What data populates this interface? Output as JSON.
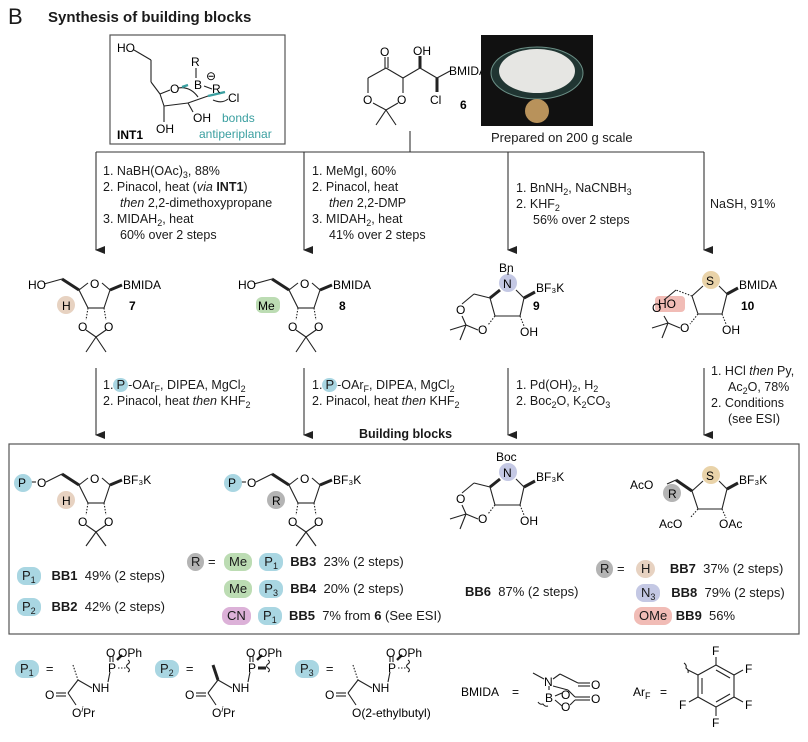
{
  "panel": {
    "letter": "B",
    "title": "Synthesis of building blocks"
  },
  "int1": {
    "label": "INT1",
    "ho": "HO",
    "o": "O",
    "b": "B",
    "r_top": "R",
    "r_right": "R",
    "cl": "Cl",
    "oh1": "OH",
    "oh2": "OH",
    "charge": "⊖",
    "note_line1": "bonds",
    "note_line2": "antiperiplanar",
    "note_color": "#3a9fa0"
  },
  "compound6": {
    "number": "6",
    "o_keto": "O",
    "oh": "OH",
    "bmida": "BMIDA",
    "cl": "Cl",
    "o1": "O",
    "o2": "O"
  },
  "photo": {
    "caption": "Prepared on 200 g scale"
  },
  "routes": [
    {
      "id": "to-7",
      "lines": [
        {
          "n": "1.",
          "text": "NaBH(OAc)",
          "sub": "3",
          "after": ", 88%"
        },
        {
          "n": "2.",
          "text": "Pinacol, heat (",
          "ital": "via",
          "bold": "INT1",
          "after": ")"
        },
        {
          "ital": "then",
          "text": " 2,2-dimethoxypropane"
        },
        {
          "n": "3.",
          "text": "MIDAH",
          "sub": "2",
          "after": ", heat"
        },
        {
          "text": "60% over 2 steps"
        }
      ]
    },
    {
      "id": "to-8",
      "lines": [
        {
          "n": "1.",
          "text": "MeMgI, 60%"
        },
        {
          "n": "2.",
          "text": "Pinacol, heat"
        },
        {
          "ital": "then",
          "text": " 2,2-DMP"
        },
        {
          "n": "3.",
          "text": "MIDAH",
          "sub": "2",
          "after": ", heat"
        },
        {
          "text": "41% over 2 steps"
        }
      ]
    },
    {
      "id": "to-9",
      "lines": [
        {
          "n": "1.",
          "text": "BnNH",
          "sub": "2",
          "after": ", NaCNBH",
          "sub2": "3"
        },
        {
          "n": "2.",
          "text": "KHF",
          "sub": "2"
        },
        {
          "text": "56% over 2 steps"
        }
      ]
    },
    {
      "id": "to-10",
      "lines": [
        {
          "text": "NaSH, 91%"
        }
      ]
    }
  ],
  "intermediates": [
    {
      "number": "7",
      "left": "HO",
      "sub": "H",
      "boron": "BMIDA",
      "ring_o": "O",
      "o1": "O",
      "o2": "O",
      "highlight": "#e7d2c1"
    },
    {
      "number": "8",
      "left": "HO",
      "sub": "Me",
      "boron": "BMIDA",
      "ring_o": "O",
      "o1": "O",
      "o2": "O",
      "highlight": "#bcdcb3"
    },
    {
      "number": "9",
      "top": "Bn",
      "n": "N",
      "boron": "BF₃K",
      "o1": "O",
      "o2": "O",
      "oh": "OH",
      "highlight": "#c4c8e4"
    },
    {
      "number": "10",
      "s": "S",
      "ho": "HO",
      "boron": "BMIDA",
      "o1": "O",
      "o2": "O",
      "oh": "OH",
      "highlight_s": "#e9d3a9",
      "highlight_ho": "#f1bcb6"
    }
  ],
  "routes2": [
    {
      "line1": {
        "n": "1.",
        "p": "P",
        "text": "-OAr",
        "sub": "F",
        "after": ", DIPEA, MgCl",
        "sub2": "2"
      },
      "line2": {
        "n": "2.",
        "text": "Pinacol, heat ",
        "ital": "then",
        "after": " KHF",
        "sub": "2"
      }
    },
    {
      "line1": {
        "n": "1.",
        "p": "P",
        "text": "-OAr",
        "sub": "F",
        "after": ", DIPEA, MgCl",
        "sub2": "2"
      },
      "line2": {
        "n": "2.",
        "text": "Pinacol, heat ",
        "ital": "then",
        "after": " KHF",
        "sub": "2"
      }
    },
    {
      "line1": {
        "n": "1.",
        "text": "Pd(OH)",
        "sub": "2",
        "after": ", H",
        "sub2": "2"
      },
      "line2": {
        "n": "2.",
        "text": "Boc",
        "sub": "2",
        "after": "O, K",
        "sub2": "2",
        "after2": "CO",
        "sub3": "3"
      }
    },
    {
      "line1": {
        "n": "1.",
        "text": "HCl ",
        "ital": "then",
        "after": " Py,"
      },
      "line1b": {
        "text": "Ac",
        "sub": "2",
        "after": "O, 78%"
      },
      "line2": {
        "n": "2.",
        "text": "Conditions"
      },
      "line2b": {
        "text": "(see ESI)"
      }
    }
  ],
  "building_blocks": {
    "header": "Building blocks",
    "structures": [
      {
        "id": "bb-ribose-H",
        "p": "P",
        "o": "O",
        "sub": "H",
        "ring_o": "O",
        "boron": "BF₃K",
        "o1": "O",
        "o2": "O"
      },
      {
        "id": "bb-ribose-R",
        "p": "P",
        "o": "O",
        "sub": "R",
        "ring_o": "O",
        "boron": "BF₃K",
        "o1": "O",
        "o2": "O"
      },
      {
        "id": "bb-pyrrolidine",
        "top": "Boc",
        "n": "N",
        "boron": "BF₃K",
        "o1": "O",
        "o2": "O",
        "oh": "OH"
      },
      {
        "id": "bb-thio",
        "aco1": "AcO",
        "s": "S",
        "sub": "R",
        "boron": "BF₃K",
        "aco2": "AcO",
        "oac": "OAc"
      }
    ],
    "group1": [
      {
        "p": "P",
        "p_sub": "1",
        "name": "BB1",
        "yield": "49% (2 steps)"
      },
      {
        "p": "P",
        "p_sub": "2",
        "name": "BB2",
        "yield": "42% (2 steps)"
      }
    ],
    "group2": {
      "r_label": "R",
      "equals": "=",
      "rows": [
        {
          "r": "Me",
          "r_kind": "me",
          "p": "P",
          "p_sub": "1",
          "name": "BB3",
          "yield": "23% (2 steps)"
        },
        {
          "r": "Me",
          "r_kind": "me",
          "p": "P",
          "p_sub": "3",
          "name": "BB4",
          "yield": "20% (2 steps)"
        },
        {
          "r": "CN",
          "r_kind": "cn",
          "p": "P",
          "p_sub": "1",
          "name": "BB5",
          "yield_pre": "7% from ",
          "yield_bold": "6",
          "yield_post": " (See ESI)"
        }
      ]
    },
    "group3": {
      "name": "BB6",
      "yield": "87% (2 steps)"
    },
    "group4": {
      "r_label": "R",
      "equals": "=",
      "rows": [
        {
          "r": "H",
          "r_kind": "h",
          "name": "BB7",
          "yield": "37% (2 steps)"
        },
        {
          "r": "N",
          "r_sub": "3",
          "r_kind": "n3",
          "name": "BB8",
          "yield": "79% (2 steps)"
        },
        {
          "r": "OMe",
          "r_kind": "ome",
          "name": "BB9",
          "yield": "56%"
        }
      ]
    }
  },
  "legend": {
    "p1": {
      "label": "P",
      "sub": "1",
      "equals": "=",
      "o": "O",
      "oph": "OPh",
      "p": "P",
      "nh": "NH",
      "carbonyl_o": "O",
      "ester": "O",
      "ester_sup": "i",
      "ester_tail": "Pr"
    },
    "p2": {
      "label": "P",
      "sub": "2",
      "equals": "=",
      "o": "O",
      "oph": "OPh",
      "p": "P",
      "nh": "NH",
      "carbonyl_o": "O",
      "ester": "O",
      "ester_sup": "i",
      "ester_tail": "Pr"
    },
    "p3": {
      "label": "P",
      "sub": "3",
      "equals": "=",
      "o": "O",
      "oph": "OPh",
      "p": "P",
      "nh": "NH",
      "carbonyl_o": "O",
      "ester": "O(2-ethylbutyl)"
    },
    "bmida": {
      "label": "BMIDA",
      "equals": "=",
      "n": "N",
      "b": "B",
      "o1": "O",
      "o2": "O",
      "o3": "O",
      "o4": "O"
    },
    "arf": {
      "label": "Ar",
      "sub": "F",
      "equals": "=",
      "f": "F"
    }
  },
  "colors": {
    "teal": "#3a9fa0",
    "p_blue": "#a9d6e2",
    "me_green": "#bcdcb3",
    "cn_purple": "#dcb1d8",
    "h_tan": "#e7d2c1",
    "n_lav": "#c4c8e4",
    "ome_pink": "#f1bcb6",
    "r_gray": "#b4b4b4",
    "s_gold": "#e9d3a9",
    "line": "#333333"
  }
}
